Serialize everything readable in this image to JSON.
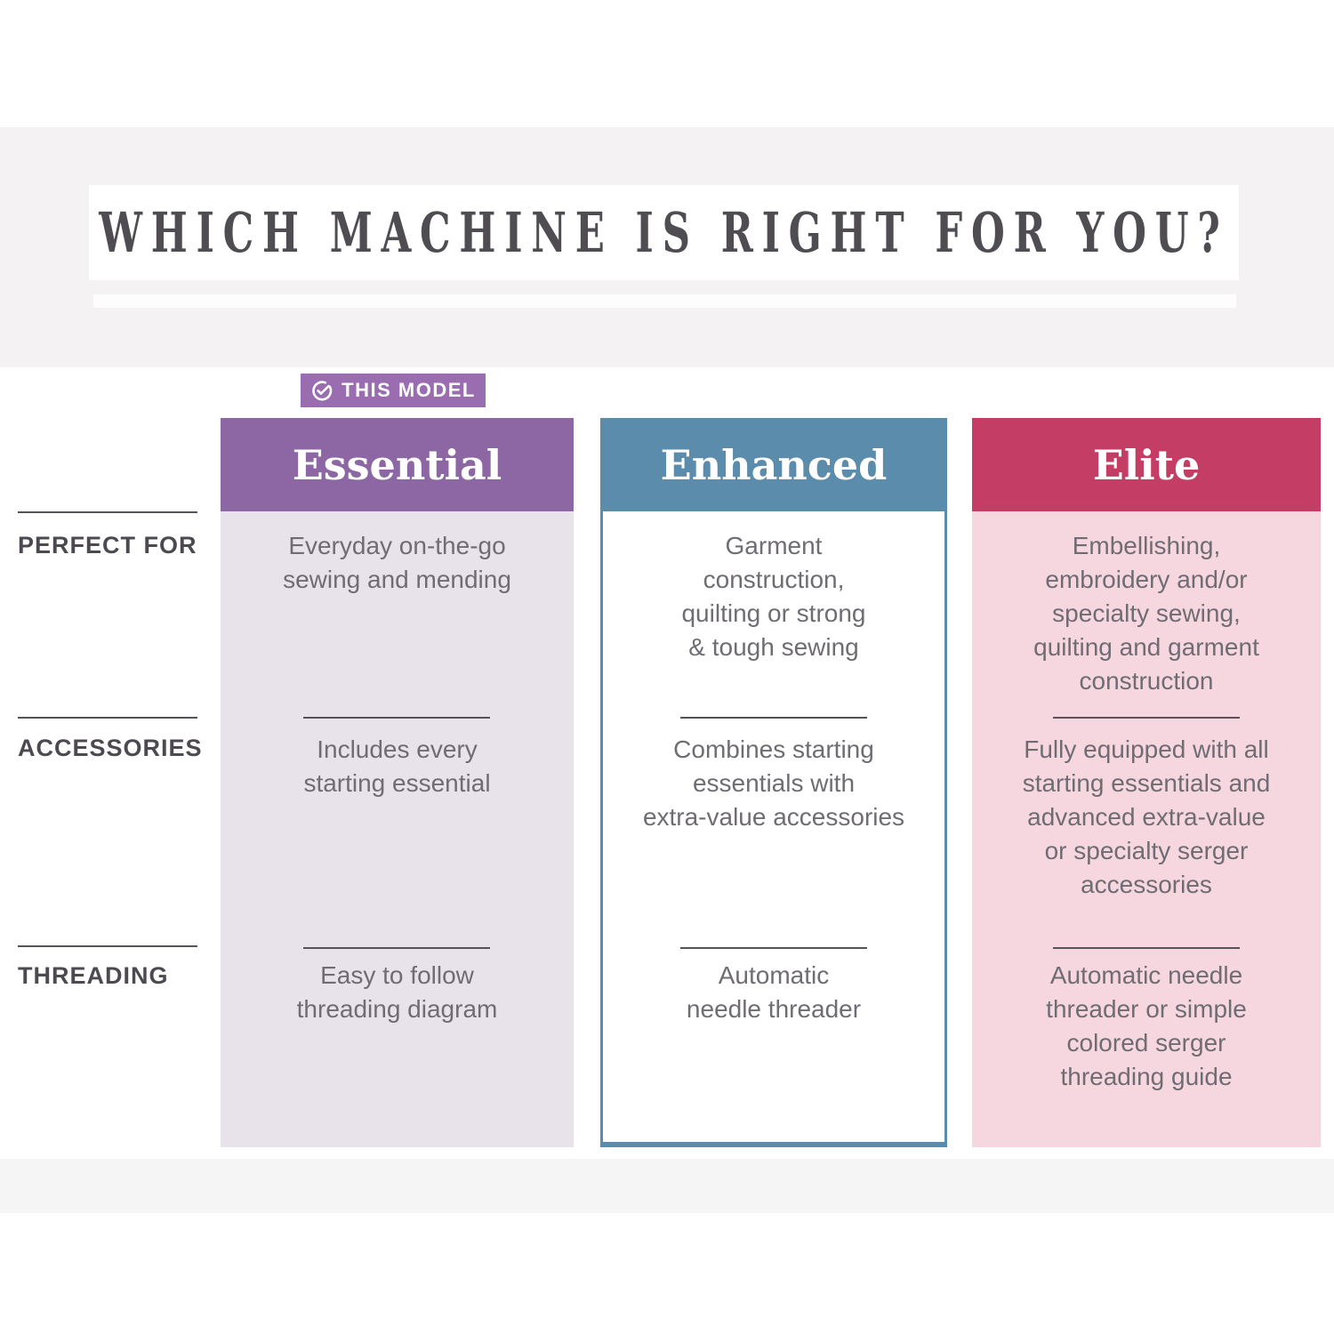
{
  "title": "WHICH MACHINE IS RIGHT FOR YOU?",
  "badge": {
    "label": "THIS MODEL",
    "icon": "check-circle-icon",
    "color": "#9a6cb0"
  },
  "row_labels": [
    {
      "id": "perfect_for",
      "label": "PERFECT FOR"
    },
    {
      "id": "accessories",
      "label": "ACCESSORIES"
    },
    {
      "id": "threading",
      "label": "THREADING"
    }
  ],
  "columns": [
    {
      "name": "Essential",
      "this_model": true,
      "header_color": "#8c67a4",
      "body_color": "#e8e2eb",
      "perfect_for": "Everyday on-the-go\nsewing and mending",
      "accessories": "Includes every\nstarting essential",
      "threading": "Easy to follow\nthreading diagram"
    },
    {
      "name": "Enhanced",
      "this_model": false,
      "header_color": "#5b8cab",
      "body_color": "#ffffff",
      "border_color": "#5b8cab",
      "perfect_for": "Garment\nconstruction,\nquilting or strong\n& tough sewing",
      "accessories": "Combines starting\nessentials with\nextra-value accessories",
      "threading": "Automatic\nneedle threader"
    },
    {
      "name": "Elite",
      "this_model": false,
      "header_color": "#c33d64",
      "body_color": "#f6d7e0",
      "perfect_for": "Embellishing,\nembroidery and/or\nspecialty sewing,\nquilting and garment\nconstruction",
      "accessories": "Fully equipped with all\nstarting essentials and\nadvanced extra-value\nor specialty serger\naccessories",
      "threading": "Automatic needle\nthreader or simple\ncolored serger\nthreading guide"
    }
  ],
  "colors": {
    "title_text": "#4f4c52",
    "body_text": "#6f6c72",
    "rule_line": "#55525a",
    "band_top": "#f4f2f2",
    "band_bottom": "#f6f5f5"
  }
}
